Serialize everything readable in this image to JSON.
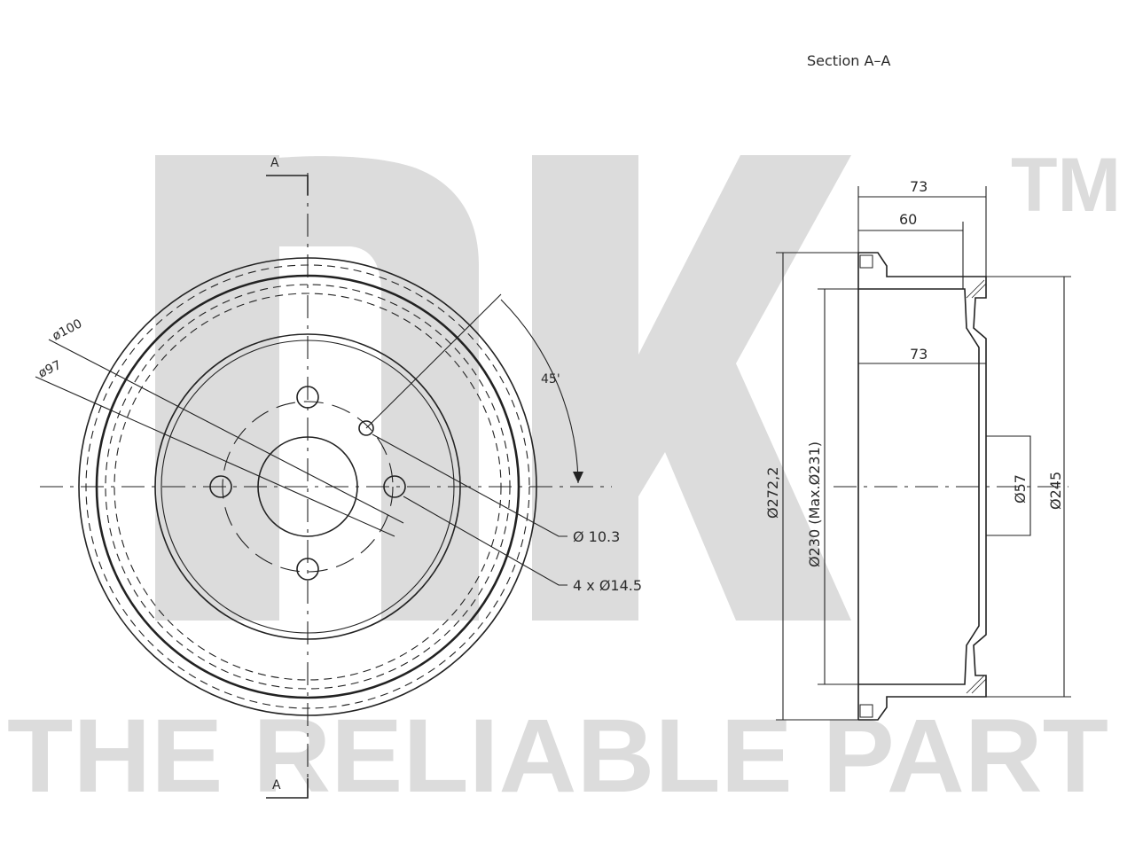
{
  "brand": {
    "logo_text": "NK",
    "trademark": "TM",
    "slogan": "THE RELIABLE PART"
  },
  "front_view": {
    "section_mark_top": "A",
    "section_mark_bottom": "A",
    "dim_pcd_outer": "ø100",
    "dim_pcd_inner": "ø97",
    "dim_small_hole": "Ø 10.3",
    "dim_bolt_holes": "4 x Ø14.5",
    "dim_angle": "45'"
  },
  "section_view": {
    "title": "Section A–A",
    "dim_total_depth": "73",
    "dim_hub_depth": "60",
    "dim_inner_depth": "73",
    "dim_outer_diameter": "Ø272,2",
    "dim_braking_diameter": "Ø230 (Max.Ø231)",
    "dim_centre_bore": "Ø57",
    "dim_flange_diameter": "Ø245"
  }
}
